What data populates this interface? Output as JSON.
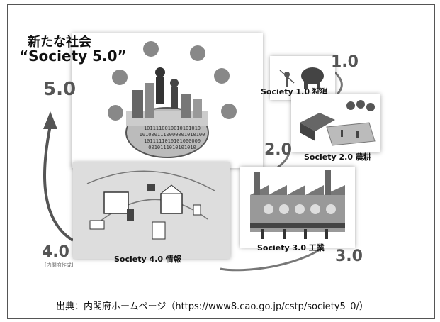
{
  "title": {
    "line1": "新たな社会",
    "line2": "“Society 5.0”"
  },
  "numbers": {
    "s1": "1.0",
    "s2": "2.0",
    "s3": "3.0",
    "s4": "4.0",
    "s5": "5.0"
  },
  "stages": {
    "s1": "Society 1.0 狩猟",
    "s2": "Society 2.0 農耕",
    "s3": "Society 3.0 工業",
    "s4": "Society 4.0 情報"
  },
  "binary": {
    "l1": "1011110010010101010",
    "l2": "1010001110000001010100",
    "l3": "1011111010101000000",
    "l4": "0010111010101010"
  },
  "note": "[内閣府作成]",
  "source": "出典：内閣府ホームページ（https://www8.cao.go.jp/cstp/society5_0/）"
}
